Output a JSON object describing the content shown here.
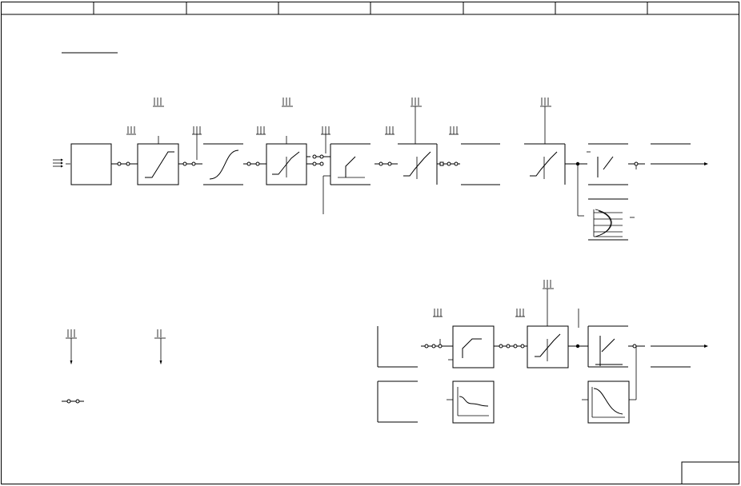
{
  "sheet": {
    "title_block_cells": [
      "",
      "",
      "",
      "",
      "",
      "",
      "",
      ""
    ],
    "page_box_text": ""
  },
  "upper_chain": {
    "blocks": [
      {
        "id": "input-block",
        "kind": "box"
      },
      {
        "id": "limit-block-1",
        "kind": "ramp-limit"
      },
      {
        "id": "s-curve-block",
        "kind": "s-curve"
      },
      {
        "id": "deadband-block-1",
        "kind": "deadband-limit"
      },
      {
        "id": "step-block",
        "kind": "step"
      },
      {
        "id": "deadband-block-2",
        "kind": "deadband-limit"
      },
      {
        "id": "open-block",
        "kind": "open"
      },
      {
        "id": "deadband-block-3",
        "kind": "deadband-limit"
      },
      {
        "id": "hysteresis-block",
        "kind": "hysteresis"
      },
      {
        "id": "bandpass-block",
        "kind": "spectrum"
      },
      {
        "id": "output-block",
        "kind": "open"
      }
    ]
  },
  "lower_chain": {
    "blocks": [
      {
        "id": "lower-input-block-1",
        "kind": "open"
      },
      {
        "id": "lower-input-block-2",
        "kind": "box"
      },
      {
        "id": "lower-ramp-block",
        "kind": "ramp"
      },
      {
        "id": "lower-decay-block",
        "kind": "decay"
      },
      {
        "id": "lower-deadband-block",
        "kind": "deadband-limit"
      },
      {
        "id": "lower-step-block",
        "kind": "step"
      },
      {
        "id": "lower-rolloff-block",
        "kind": "rolloff"
      },
      {
        "id": "lower-output-block",
        "kind": "open"
      }
    ]
  },
  "legend": {
    "items": [
      {
        "id": "legend-arrows-1",
        "kind": "signal-arrows"
      },
      {
        "id": "legend-arrows-2",
        "kind": "signal-arrows"
      },
      {
        "id": "legend-connector",
        "kind": "connector"
      }
    ]
  },
  "colors": {
    "line": "#000000",
    "background": "#ffffff"
  }
}
